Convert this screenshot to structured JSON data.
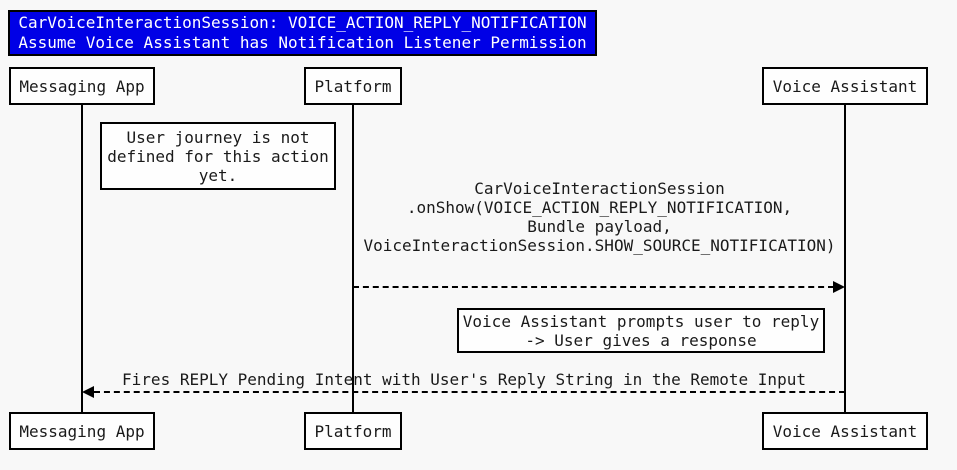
{
  "colors": {
    "canvas_bg": "#f8f8f8",
    "title_bg": "#0000e6",
    "title_text": "#ffffff",
    "box_bg": "#fefefe",
    "line": "#000000",
    "text": "#1a1a1a"
  },
  "title": {
    "line1": "CarVoiceInteractionSession: VOICE_ACTION_REPLY_NOTIFICATION",
    "line2": "Assume Voice Assistant has Notification Listener Permission"
  },
  "participants": [
    {
      "label": "Messaging App"
    },
    {
      "label": "Platform"
    },
    {
      "label": "Voice Assistant"
    }
  ],
  "notes": [
    {
      "over": "Messaging App",
      "text": "User journey is not\ndefined for this action\nyet."
    },
    {
      "over": "Platform / Voice Assistant",
      "text": "Voice Assistant prompts user to reply\n-> User gives a response"
    }
  ],
  "messages": [
    {
      "from": "Platform",
      "to": "Voice Assistant",
      "style": "dashed",
      "text": "CarVoiceInteractionSession\n.onShow(VOICE_ACTION_REPLY_NOTIFICATION,\nBundle payload,\nVoiceInteractionSession.SHOW_SOURCE_NOTIFICATION)"
    },
    {
      "from": "Voice Assistant",
      "to": "Messaging App",
      "style": "dashed",
      "text": "Fires REPLY Pending Intent with User's Reply String in the Remote Input"
    }
  ]
}
